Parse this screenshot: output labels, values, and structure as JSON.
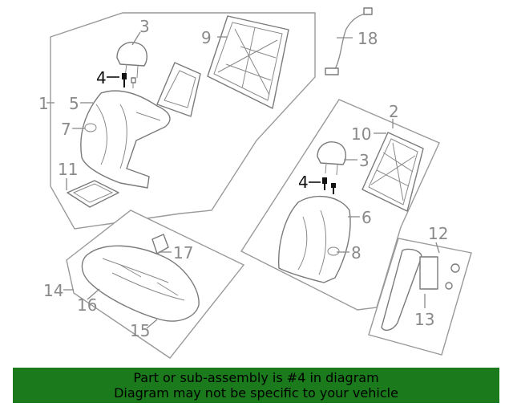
{
  "diagram": {
    "callouts": [
      "1",
      "2",
      "3",
      "3",
      "4",
      "4",
      "5",
      "6",
      "7",
      "8",
      "9",
      "10",
      "11",
      "12",
      "13",
      "14",
      "15",
      "16",
      "17",
      "18"
    ]
  },
  "banner": {
    "line1": "Part or sub-assembly is #4 in diagram",
    "line2": "Diagram may not be specific to your vehicle",
    "color": "#1b7a1b"
  },
  "highlight_color": "#111111"
}
